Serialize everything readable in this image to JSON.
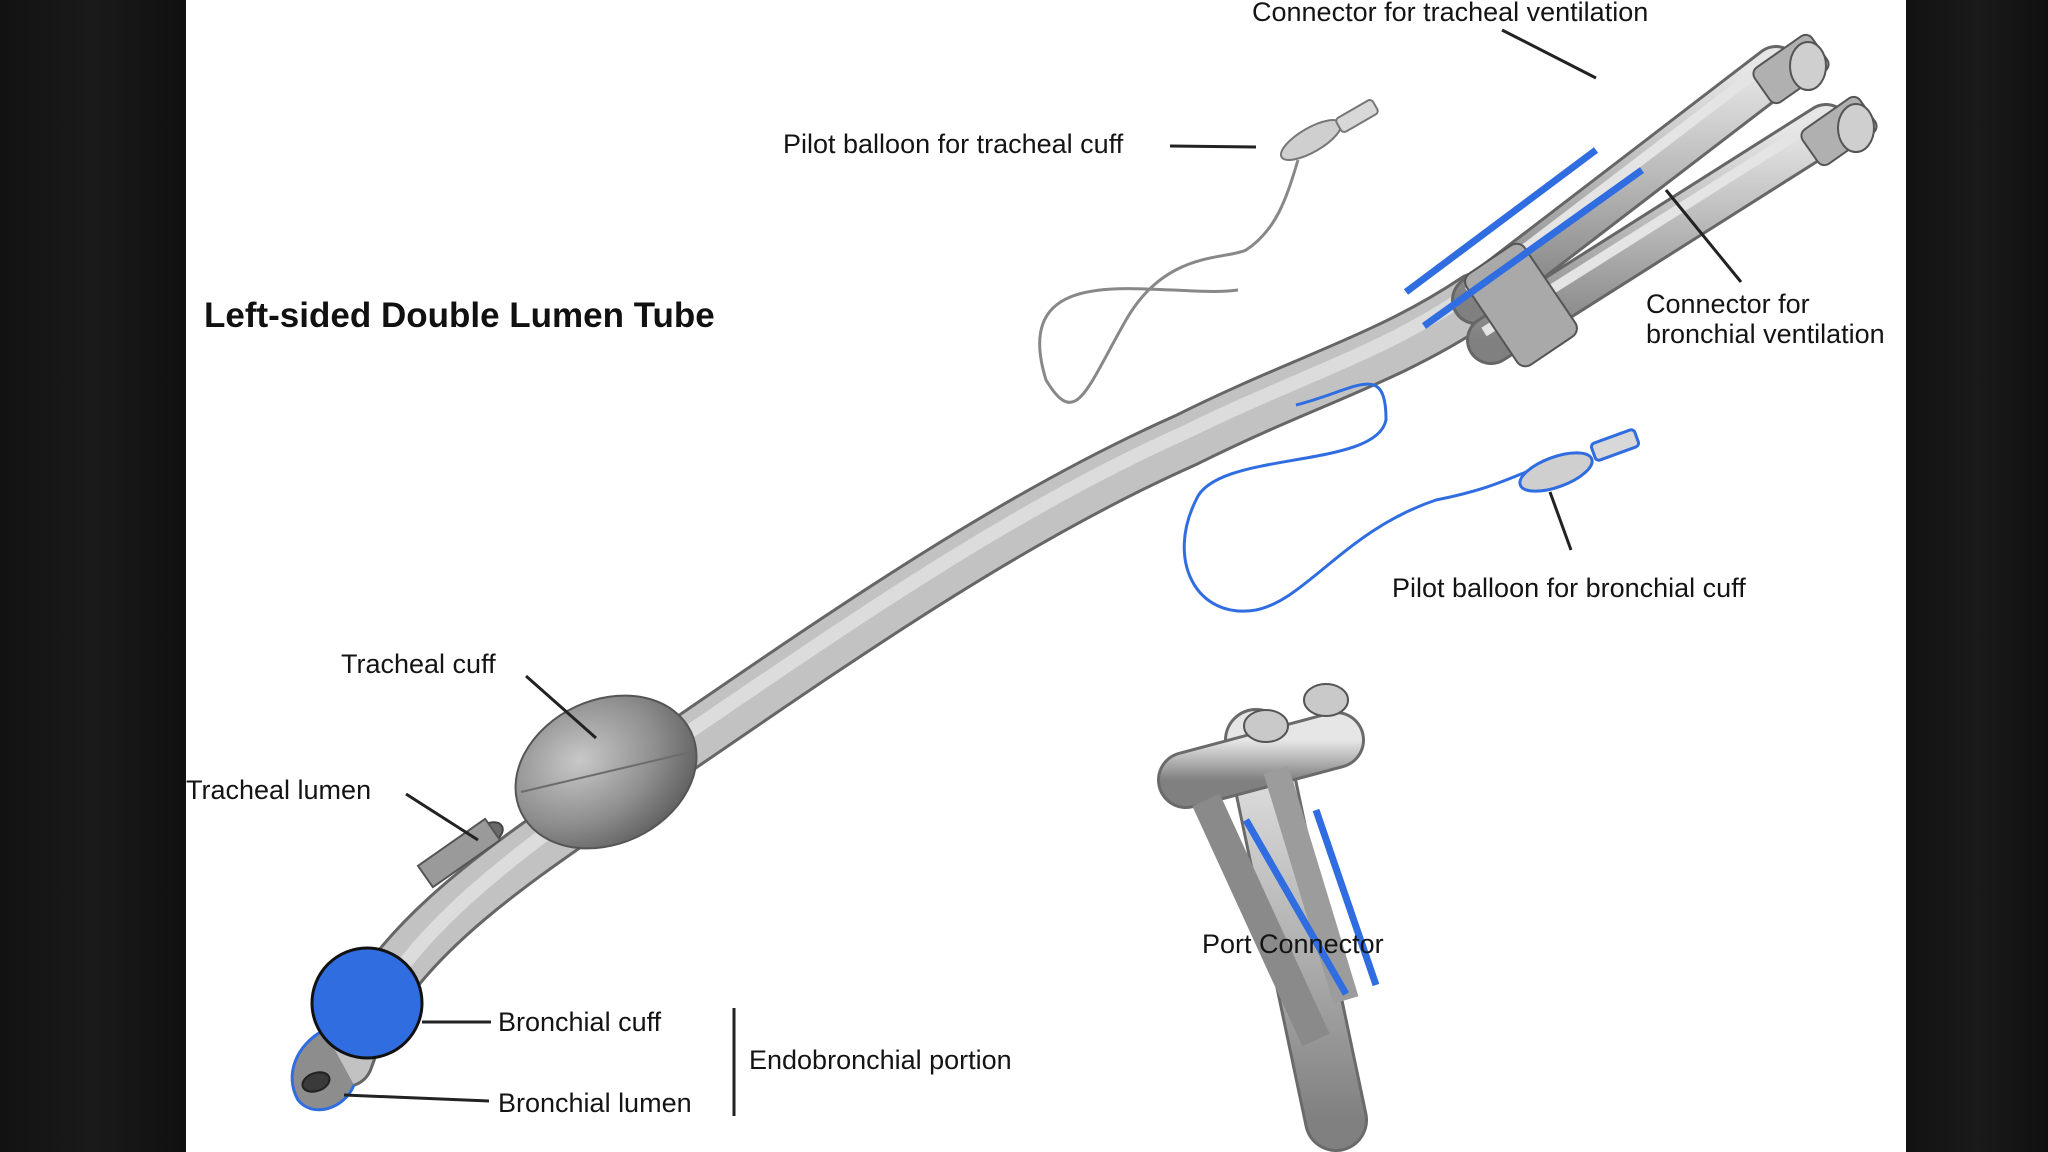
{
  "title": "Left-sided Double Lumen Tube",
  "labels": {
    "connector_tracheal": "Connector for tracheal ventilation",
    "pilot_balloon_tracheal": "Pilot balloon for tracheal cuff",
    "connector_bronchial_line1": "Connector for",
    "connector_bronchial_line2": "bronchial ventilation",
    "pilot_balloon_bronchial": "Pilot balloon for bronchial cuff",
    "tracheal_cuff": "Tracheal cuff",
    "tracheal_lumen": "Tracheal lumen",
    "bronchial_cuff": "Bronchial cuff",
    "bronchial_lumen": "Bronchial lumen",
    "endobronchial_portion": "Endobronchial portion",
    "port_connector": "Port Connector"
  },
  "colors": {
    "highlight": "#2f6de0",
    "tube": "#b9b9b9",
    "outline": "#555555",
    "slide_background": "#ffffff",
    "frame": "#0c0c0c"
  }
}
